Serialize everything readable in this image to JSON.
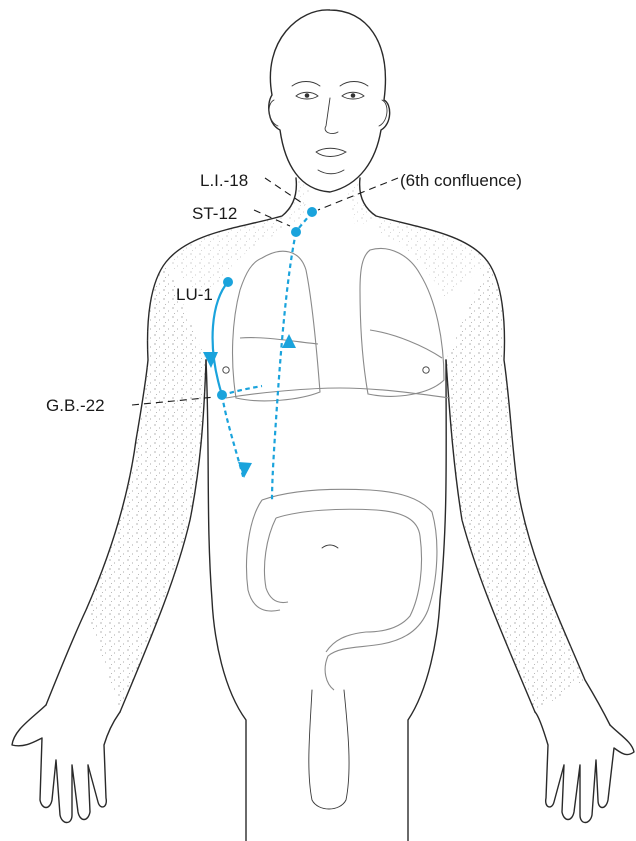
{
  "figure": {
    "labels": {
      "li18": "L.I.-18",
      "confluence": "(6th confluence)",
      "st12": "ST-12",
      "lu1": "LU-1",
      "gb22": "G.B.-22"
    },
    "colors": {
      "meridian": "#1aa3dc",
      "outline": "#2a2a2a",
      "organ": "#8a8a8a"
    }
  }
}
